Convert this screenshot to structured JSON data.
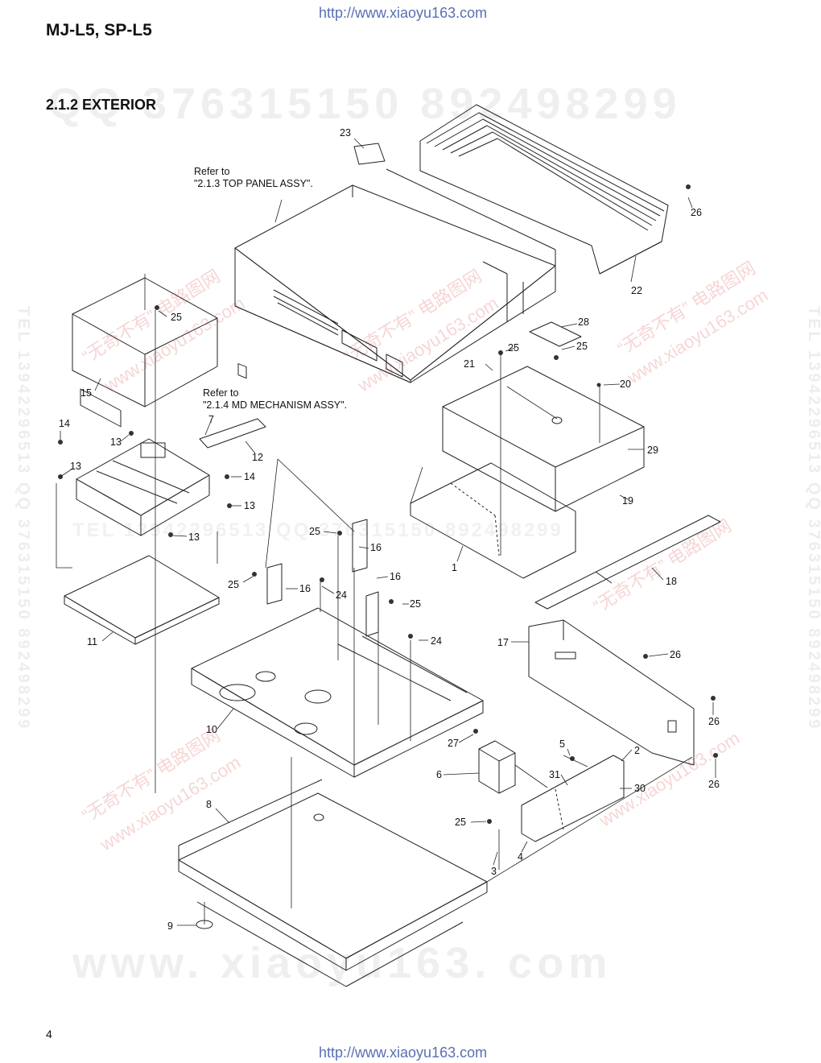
{
  "header": {
    "url_top": "http://www.xiaoyu163.com",
    "model": "MJ-L5, SP-L5",
    "section_title": "2.1.2 EXTERIOR"
  },
  "watermarks": {
    "qq_line": "QQ 376315150   892498299",
    "tel_line": "TEL 13942296513   QQ 376315150   892498299",
    "side_line": "TEL 13942296513  QQ 376315150  892498299",
    "www_line": "www. xiaoyu163. com",
    "cn_line": "“无奇不有” 电路图网",
    "site_line": "www.xiaoyu163.com"
  },
  "references": {
    "top_panel": [
      "Refer to",
      "\"2.1.3 TOP PANEL ASSY\"."
    ],
    "md_mechanism": [
      "Refer to",
      "\"2.1.4 MD MECHANISM ASSY\"."
    ]
  },
  "part_labels": [
    "1",
    "2",
    "3",
    "4",
    "5",
    "6",
    "7",
    "8",
    "9",
    "10",
    "11",
    "12",
    "13",
    "14",
    "15",
    "16",
    "17",
    "18",
    "19",
    "20",
    "21",
    "22",
    "23",
    "24",
    "25",
    "26",
    "27",
    "28",
    "29",
    "30",
    "31"
  ],
  "footer": {
    "page_number": "4",
    "url_bottom": "http://www.xiaoyu163.com"
  },
  "colors": {
    "url": "#5a6fb5",
    "line": "#222222",
    "watermark_red": "#f6d6d6"
  }
}
